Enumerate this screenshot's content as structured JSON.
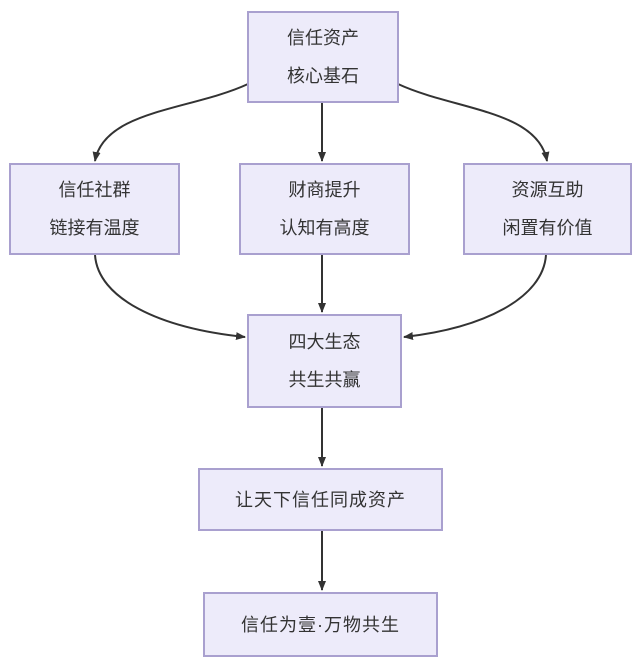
{
  "diagram": {
    "type": "flowchart",
    "background": "#ffffff",
    "colors": {
      "node_fill": "#EDEBFA",
      "node_border": "#A9A0CF",
      "edge": "#333333",
      "text": "#333333"
    },
    "nodes": {
      "root": {
        "line1": "信任资产",
        "line2": "核心基石"
      },
      "community": {
        "line1": "信任社群",
        "line2": "链接有温度"
      },
      "finance": {
        "line1": "财商提升",
        "line2": "认知有高度"
      },
      "resource": {
        "line1": "资源互助",
        "line2": "闲置有价值"
      },
      "ecosystem": {
        "line1": "四大生态",
        "line2": "共生共赢"
      },
      "slogan_main": {
        "text": "让天下信任同成资产"
      },
      "slogan_final": {
        "text": "信任为壹·万物共生"
      }
    },
    "edges": [
      {
        "from": "root",
        "to": "community"
      },
      {
        "from": "root",
        "to": "finance"
      },
      {
        "from": "root",
        "to": "resource"
      },
      {
        "from": "community",
        "to": "ecosystem"
      },
      {
        "from": "finance",
        "to": "ecosystem"
      },
      {
        "from": "resource",
        "to": "ecosystem"
      },
      {
        "from": "ecosystem",
        "to": "slogan_main"
      },
      {
        "from": "slogan_main",
        "to": "slogan_final"
      }
    ]
  }
}
